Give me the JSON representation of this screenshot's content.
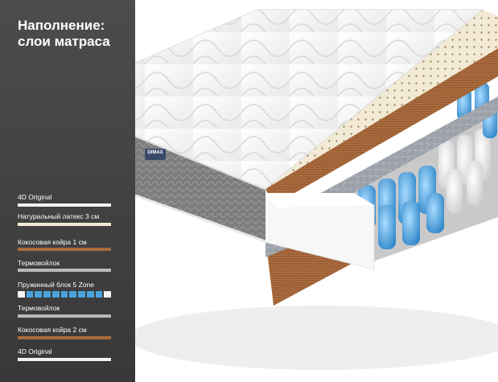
{
  "title": {
    "line1": "Наполнение:",
    "line2": "слои матраса"
  },
  "brand_tag": "DIMAX",
  "legend": [
    {
      "label": "4D Original",
      "swatch": "white"
    },
    {
      "label": "Натуральный латекс 3 см",
      "swatch": "latex"
    },
    {
      "label": "Кокосовая койра 1 см",
      "swatch": "coir"
    },
    {
      "label": "Термовойлок",
      "swatch": "felt"
    },
    {
      "label": "Пружинный блок 5 Zone",
      "swatch": "springs"
    },
    {
      "label": "Термовойлок",
      "swatch": "felt"
    },
    {
      "label": "Кокосовая койра 2 см",
      "swatch": "coir"
    },
    {
      "label": "4D Original",
      "swatch": "white"
    }
  ],
  "colors": {
    "panel": "#444444",
    "latex": "#f3ead5",
    "coir": "#a86c3e",
    "felt": "#b9b9b9",
    "spring_blue": "#4aa3e0",
    "spring_white": "#f4f4f4"
  }
}
